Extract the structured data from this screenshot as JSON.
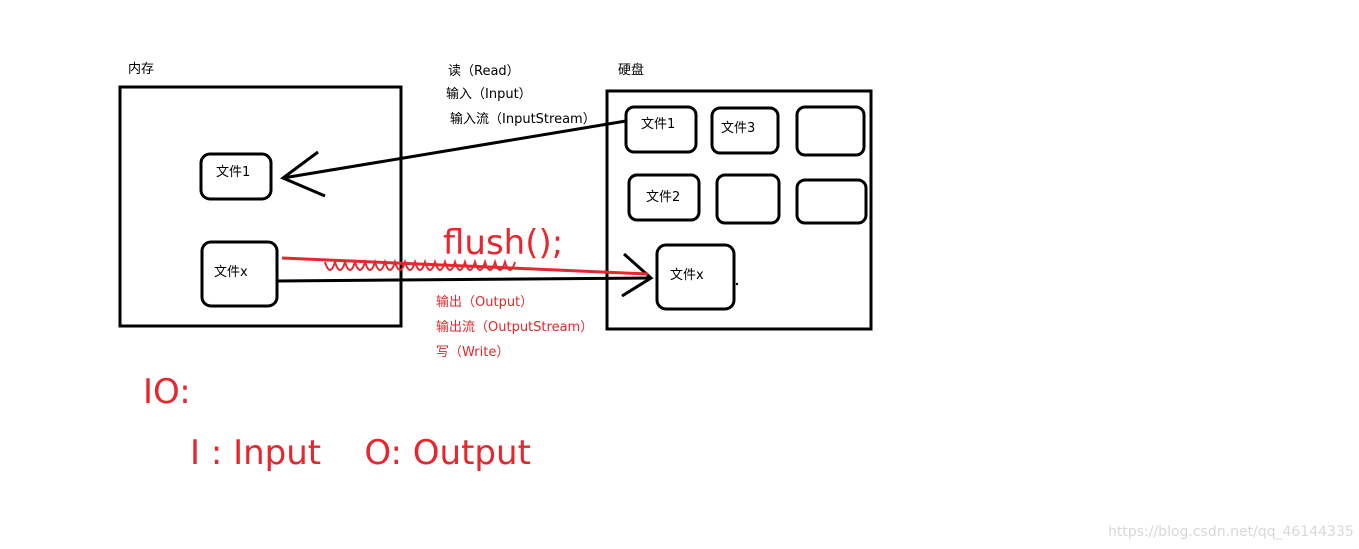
{
  "memory": {
    "label": "内存",
    "files": [
      "文件1",
      "文件x"
    ]
  },
  "disk": {
    "label": "硬盘",
    "files": [
      "文件1",
      "文件3",
      "文件2",
      "文件x"
    ]
  },
  "read_labels": [
    "读（Read）",
    "输入（Input）",
    "输入流（InputStream）"
  ],
  "write_labels": [
    "输出（Output）",
    "输出流（OutputStream）",
    "写（Write）"
  ],
  "flush_label": "flush();",
  "io_title": "IO:",
  "io_expansion": "I : Input    O: Output",
  "watermark": "https://blog.csdn.net/qq_46144335",
  "colors": {
    "accent_red": "#e8262d",
    "stroke": "#000000"
  }
}
